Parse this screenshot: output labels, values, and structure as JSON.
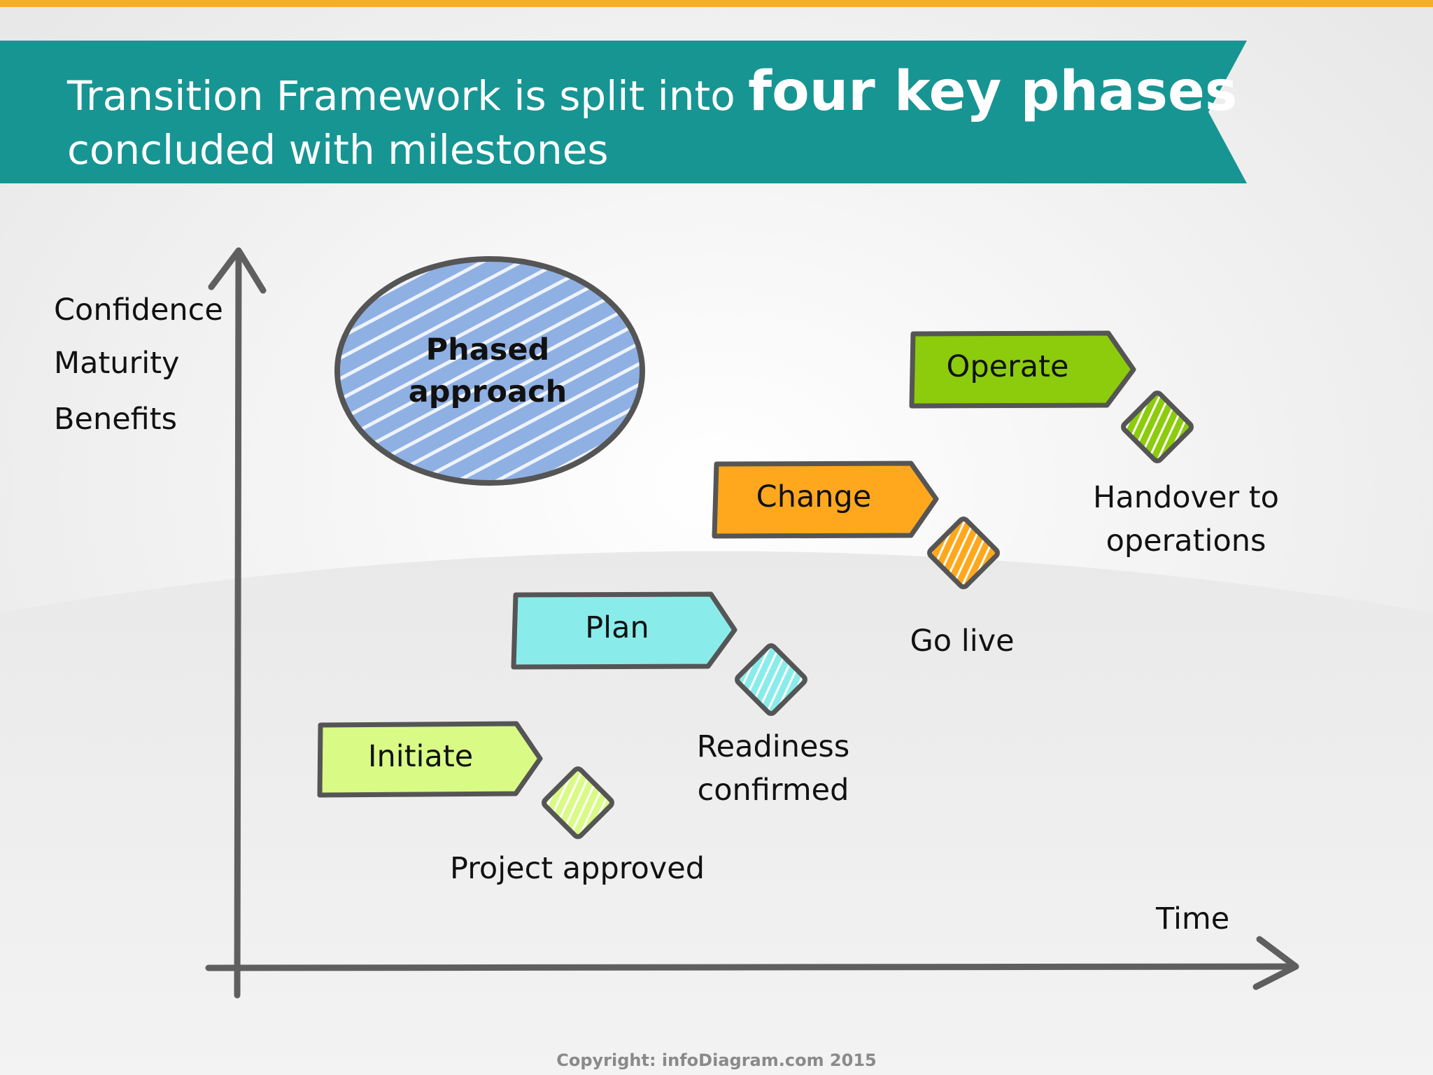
{
  "header": {
    "title_regular": "Transition Framework is split into",
    "title_bold": "four key phases",
    "subtitle": "concluded with milestones"
  },
  "y_axis_labels": [
    "Confidence",
    "Maturity",
    "Benefits"
  ],
  "x_axis_label": "Time",
  "oval": {
    "line1": "Phased",
    "line2": "approach",
    "color": "#8fb0e3"
  },
  "phases": [
    {
      "label": "Initiate",
      "color": "#d9fb86"
    },
    {
      "label": "Plan",
      "color": "#8aecea"
    },
    {
      "label": "Change",
      "color": "#ffa81e"
    },
    {
      "label": "Operate",
      "color": "#8ccc0c"
    }
  ],
  "milestones": [
    {
      "line1": "Project approved",
      "line2": "",
      "color": "#d9fb86"
    },
    {
      "line1": "Readiness",
      "line2": "confirmed",
      "color": "#8aecea"
    },
    {
      "line1": "Go live",
      "line2": "",
      "color": "#ffa81e"
    },
    {
      "line1": "Handover to",
      "line2": "operations",
      "color": "#8ccc0c"
    }
  ],
  "copyright": "Copyright: infoDiagram.com 2015",
  "colors": {
    "banner": "#169593",
    "top_stripe": "#f7ad24",
    "axis": "#5f5f5f",
    "outline": "#555555"
  }
}
